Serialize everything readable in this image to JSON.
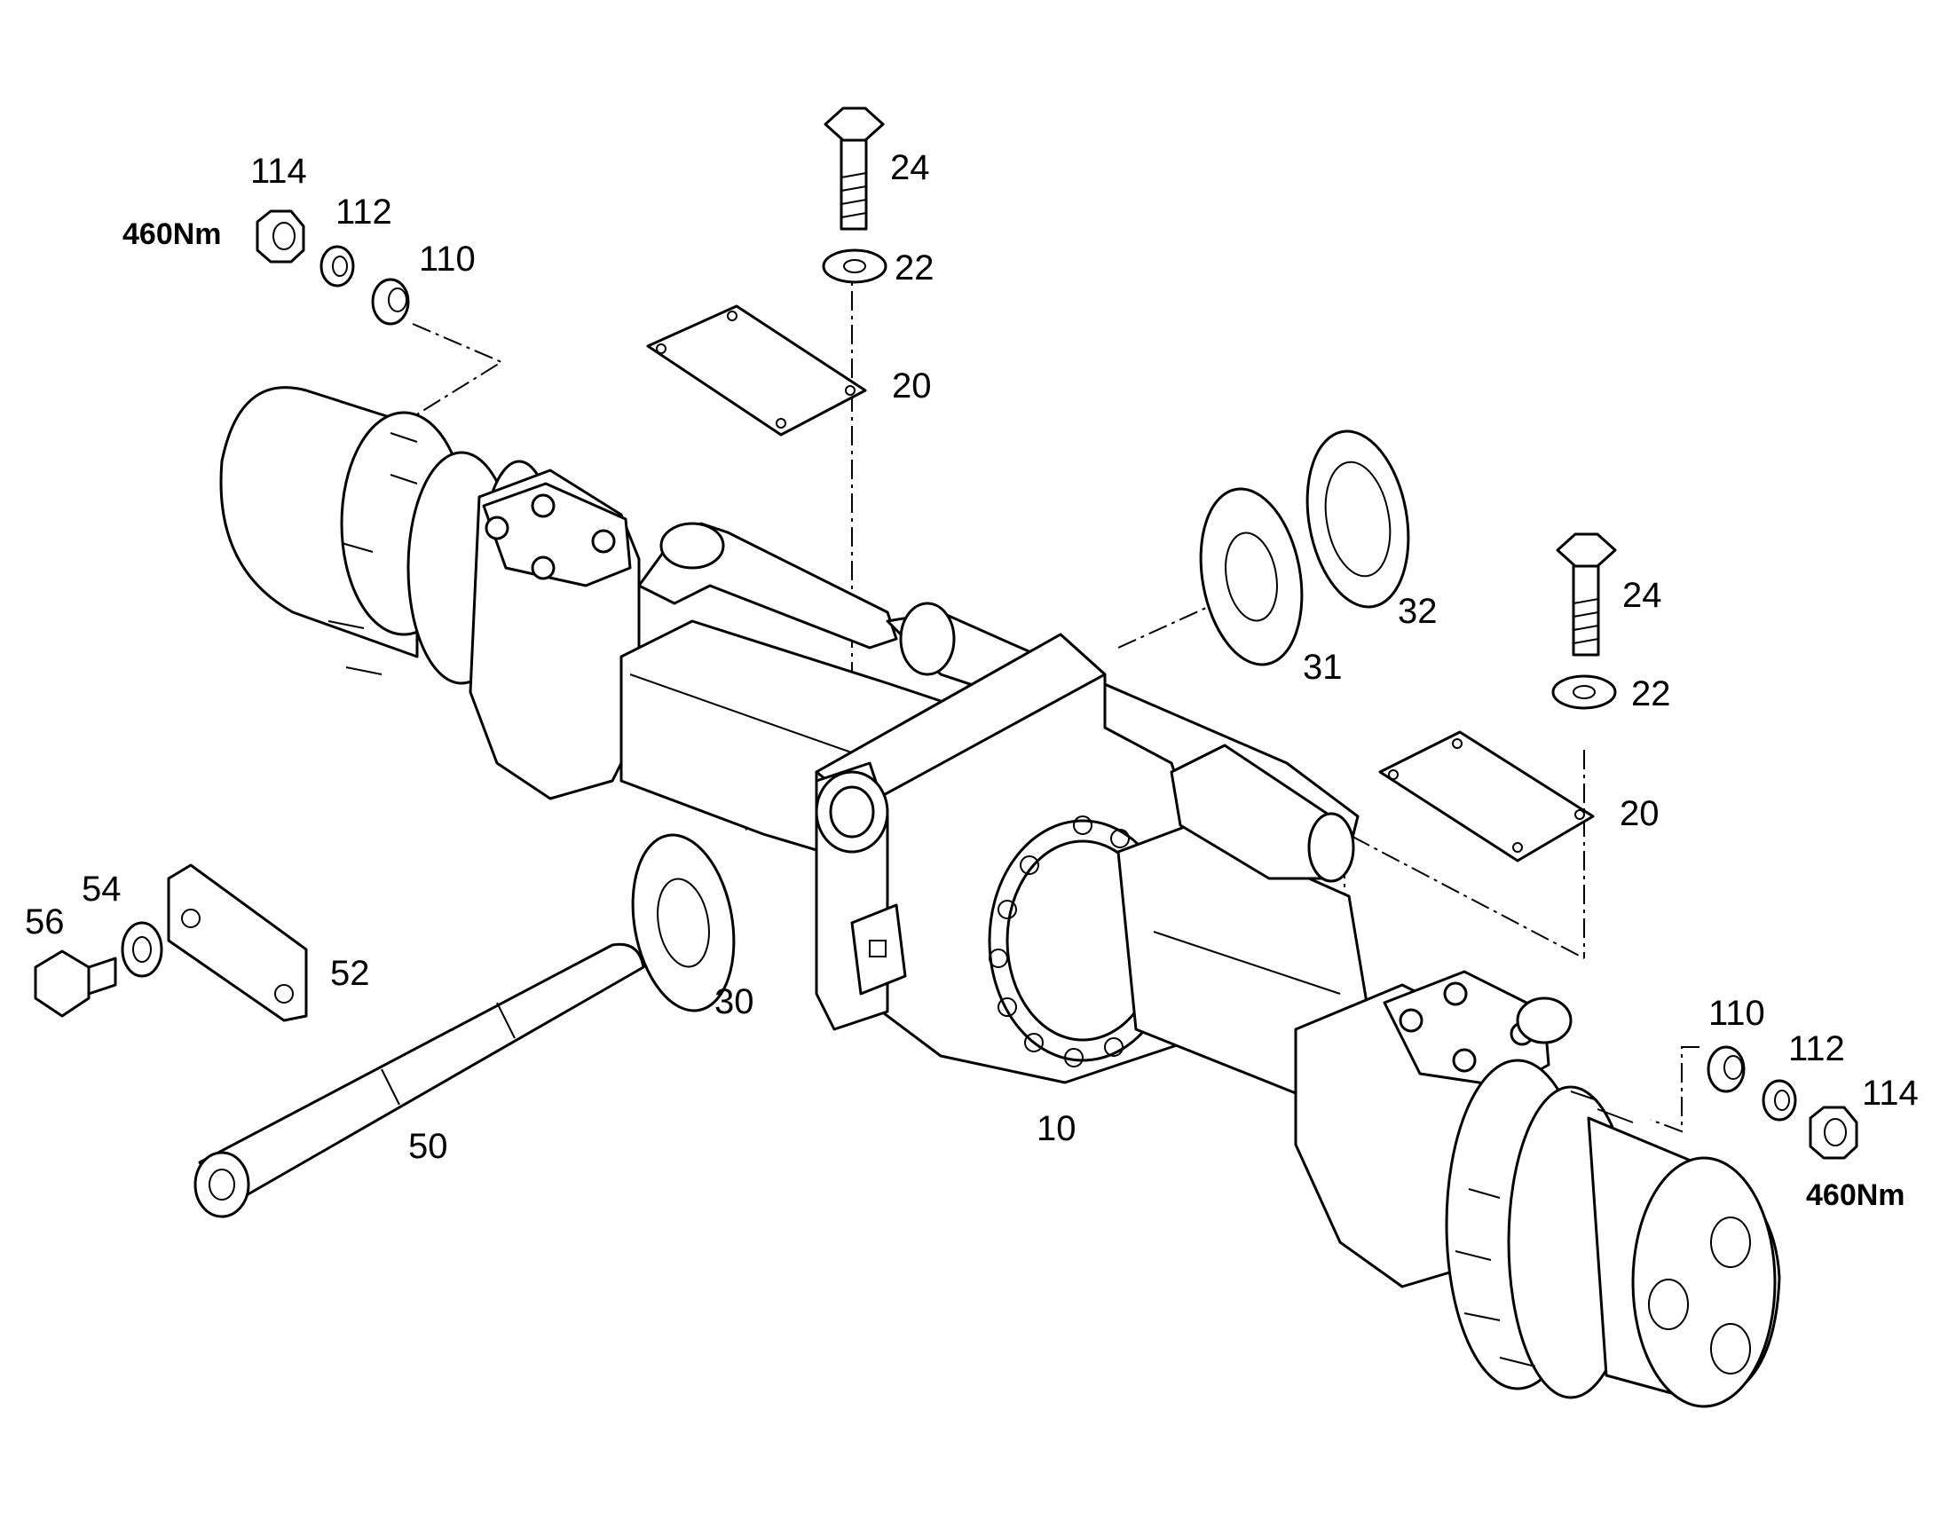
{
  "diagram": {
    "labels": {
      "10": "10",
      "20_top": "20",
      "20_right": "20",
      "22_top": "22",
      "22_right": "22",
      "24_top": "24",
      "24_right": "24",
      "30": "30",
      "31": "31",
      "32": "32",
      "50": "50",
      "52": "52",
      "54": "54",
      "56": "56",
      "110_left": "110",
      "110_right": "110",
      "112_left": "112",
      "112_right": "112",
      "114_left": "114",
      "114_right": "114"
    },
    "torque": {
      "left": "460Nm",
      "right": "460Nm"
    }
  }
}
